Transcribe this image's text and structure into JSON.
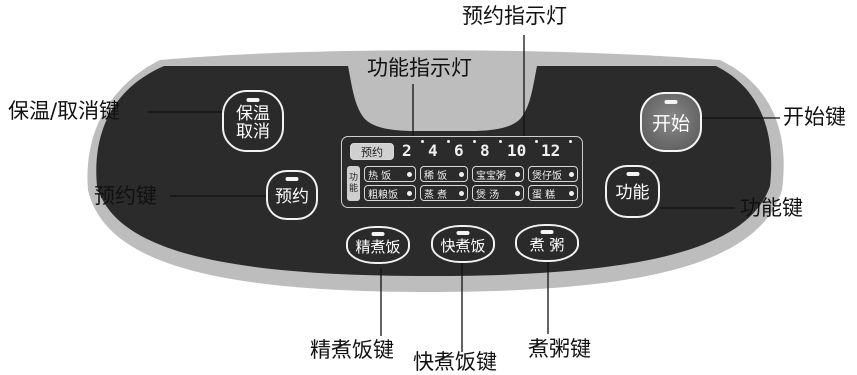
{
  "callouts": {
    "preset_indicator": "预约指示灯",
    "function_indicator": "功能指示灯",
    "keep_warm_cancel_key": "保温/取消键",
    "start_key": "开始键",
    "preset_key": "预约键",
    "function_key": "功能键",
    "fine_cook_rice_key": "精煮饭键",
    "quick_cook_rice_key": "快煮饭键",
    "congee_key": "煮粥键"
  },
  "buttons": {
    "keep_warm_line1": "保温",
    "keep_warm_line2": "取消",
    "start": "开始",
    "preset": "预约",
    "function": "功能",
    "fine_cook_rice": "精煮饭",
    "quick_cook_rice": "快煮饭",
    "congee": "煮 粥"
  },
  "display": {
    "preset_label": "预约",
    "hours": [
      "2",
      "4",
      "6",
      "8",
      "10",
      "12"
    ],
    "function_label_line1": "功",
    "function_label_line2": "能",
    "modes": [
      {
        "label": "热 饭"
      },
      {
        "label": "稀 饭"
      },
      {
        "label": "宝宝粥"
      },
      {
        "label": "煲仔饭"
      },
      {
        "label": "粗粮饭"
      },
      {
        "label": "蒸 煮"
      },
      {
        "label": "煲 汤"
      },
      {
        "label": "蛋 糕"
      }
    ]
  },
  "colors": {
    "panel": "#2b2b2b",
    "panel_rim": "#bdbdbd",
    "text": "#ffffff",
    "start_button": "#6d6d6d"
  }
}
